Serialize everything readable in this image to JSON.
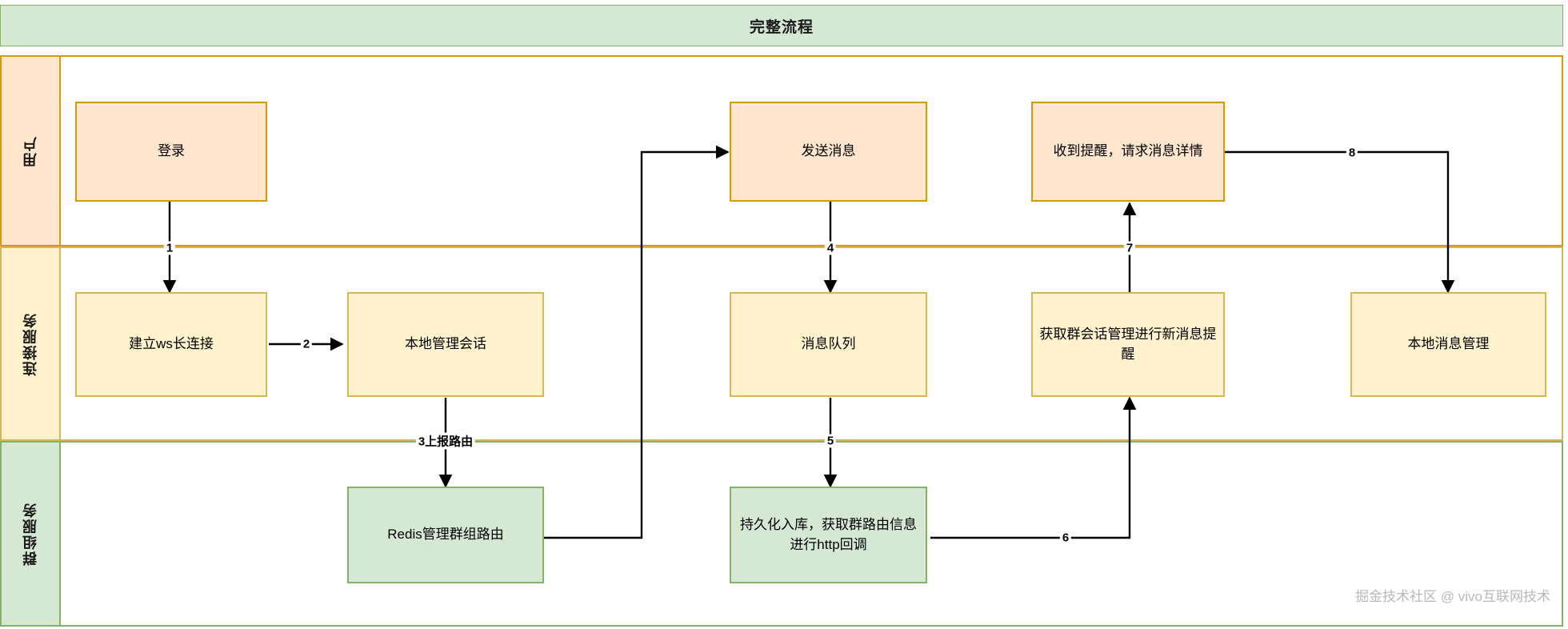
{
  "diagram": {
    "title": "完整流程",
    "watermark": "掘金技术社区 @ vivo互联网技术",
    "colors": {
      "user_fill": "#ffe6cc",
      "user_stroke": "#d79b00",
      "conn_fill": "#fff2cc",
      "conn_stroke": "#d6b656",
      "group_fill": "#d5e8d4",
      "group_stroke": "#82b366",
      "edge_stroke": "#000000",
      "watermark_text": "#b8b8b8"
    }
  },
  "lanes": [
    {
      "id": "user",
      "label": "用户"
    },
    {
      "id": "conn",
      "label": "连接服务"
    },
    {
      "id": "group",
      "label": "群组服务"
    }
  ],
  "nodes": [
    {
      "id": "login",
      "lane": "user",
      "label": "登录"
    },
    {
      "id": "send-message",
      "lane": "user",
      "label": "发送消息"
    },
    {
      "id": "receive-alert",
      "lane": "user",
      "label": "收到提醒，请求消息详情"
    },
    {
      "id": "ws-connect",
      "lane": "conn",
      "label": "建立ws长连接"
    },
    {
      "id": "local-session",
      "lane": "conn",
      "label": "本地管理会话"
    },
    {
      "id": "message-queue",
      "lane": "conn",
      "label": "消息队列"
    },
    {
      "id": "group-session",
      "lane": "conn",
      "label": "获取群会话管理进行新消息提醒"
    },
    {
      "id": "local-message",
      "lane": "conn",
      "label": "本地消息管理"
    },
    {
      "id": "redis-route",
      "lane": "group",
      "label": "Redis管理群组路由"
    },
    {
      "id": "persist-http",
      "lane": "group",
      "label": "持久化入库，获取群路由信息进行http回调"
    }
  ],
  "edges": [
    {
      "id": "e1",
      "from": "login",
      "to": "ws-connect",
      "label": "1"
    },
    {
      "id": "e2",
      "from": "ws-connect",
      "to": "local-session",
      "label": "2"
    },
    {
      "id": "e3",
      "from": "local-session",
      "to": "redis-route",
      "label": "3上报路由"
    },
    {
      "id": "e4",
      "from": "redis-route",
      "to": "send-message",
      "label": ""
    },
    {
      "id": "e5",
      "from": "send-message",
      "to": "message-queue",
      "label": "4"
    },
    {
      "id": "e6",
      "from": "message-queue",
      "to": "persist-http",
      "label": "5"
    },
    {
      "id": "e7",
      "from": "persist-http",
      "to": "group-session",
      "label": "6"
    },
    {
      "id": "e8",
      "from": "group-session",
      "to": "receive-alert",
      "label": "7"
    },
    {
      "id": "e9",
      "from": "receive-alert",
      "to": "local-message",
      "label": "8"
    }
  ]
}
